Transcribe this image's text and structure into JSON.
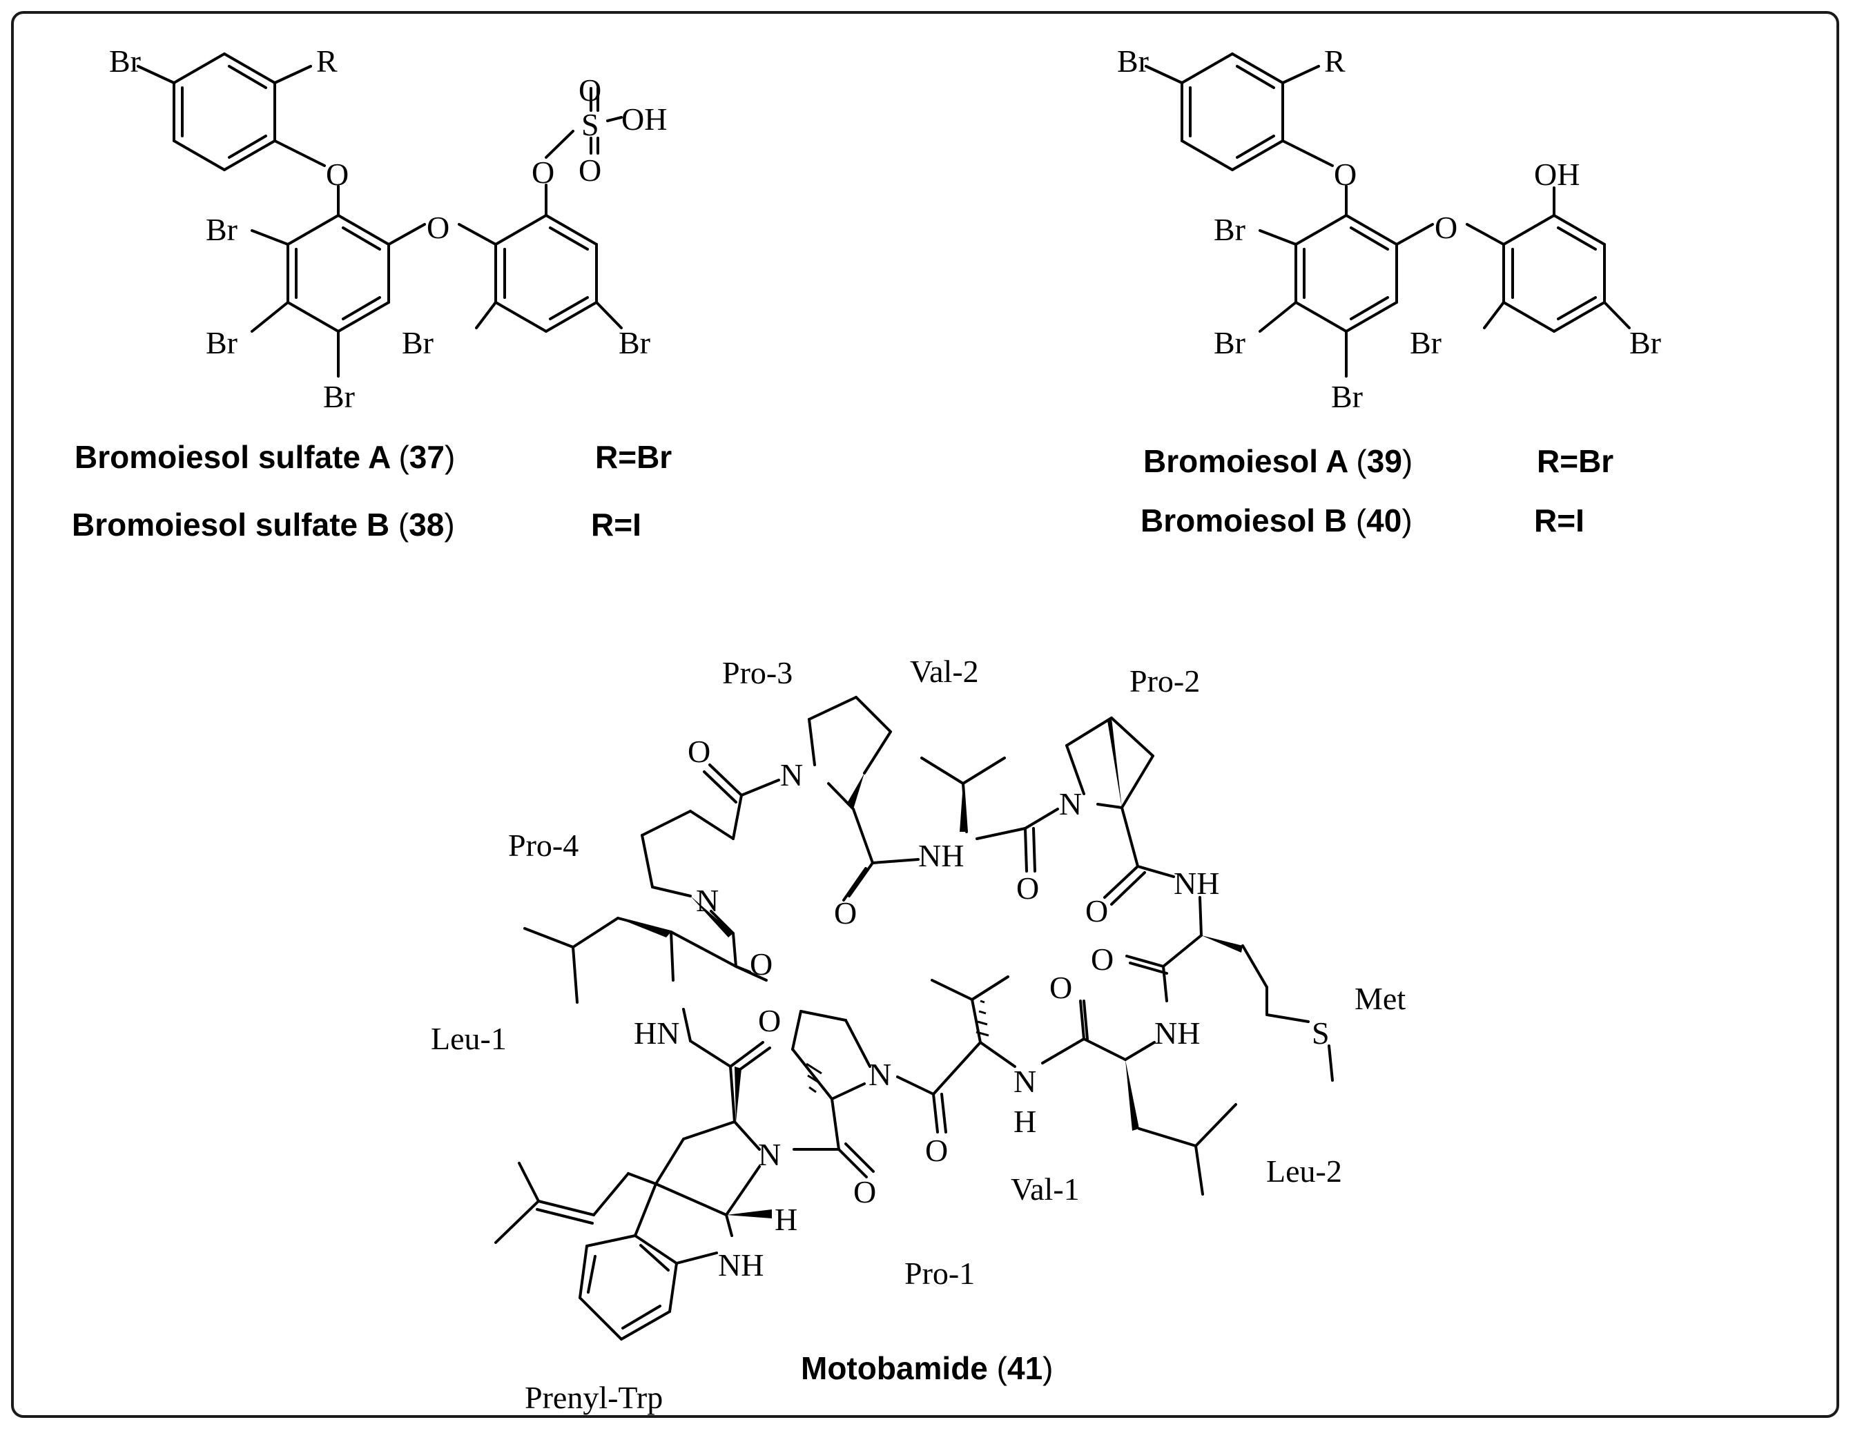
{
  "compounds": {
    "c37": {
      "name": "Bromoiesol sulfate A",
      "num": "37",
      "r": "R=Br"
    },
    "c38": {
      "name": "Bromoiesol sulfate B",
      "num": "38",
      "r": "R=I"
    },
    "c39": {
      "name": "Bromoiesol A",
      "num": "39",
      "r": "R=Br"
    },
    "c40": {
      "name": "Bromoiesol B",
      "num": "40",
      "r": "R=I"
    },
    "c41": {
      "name": "Motobamide",
      "num": "41"
    }
  },
  "atoms": {
    "br": "Br",
    "r": "R",
    "o": "O",
    "s": "S",
    "oh": "OH",
    "n": "N",
    "nh": "NH",
    "hn": "HN",
    "h": "H"
  },
  "residues": {
    "pro3": "Pro-3",
    "val2": "Val-2",
    "pro2": "Pro-2",
    "pro4": "Pro-4",
    "leu1": "Leu-1",
    "met": "Met",
    "val1": "Val-1",
    "leu2": "Leu-2",
    "pro1": "Pro-1",
    "prenyl_trp": "Prenyl-Trp"
  }
}
